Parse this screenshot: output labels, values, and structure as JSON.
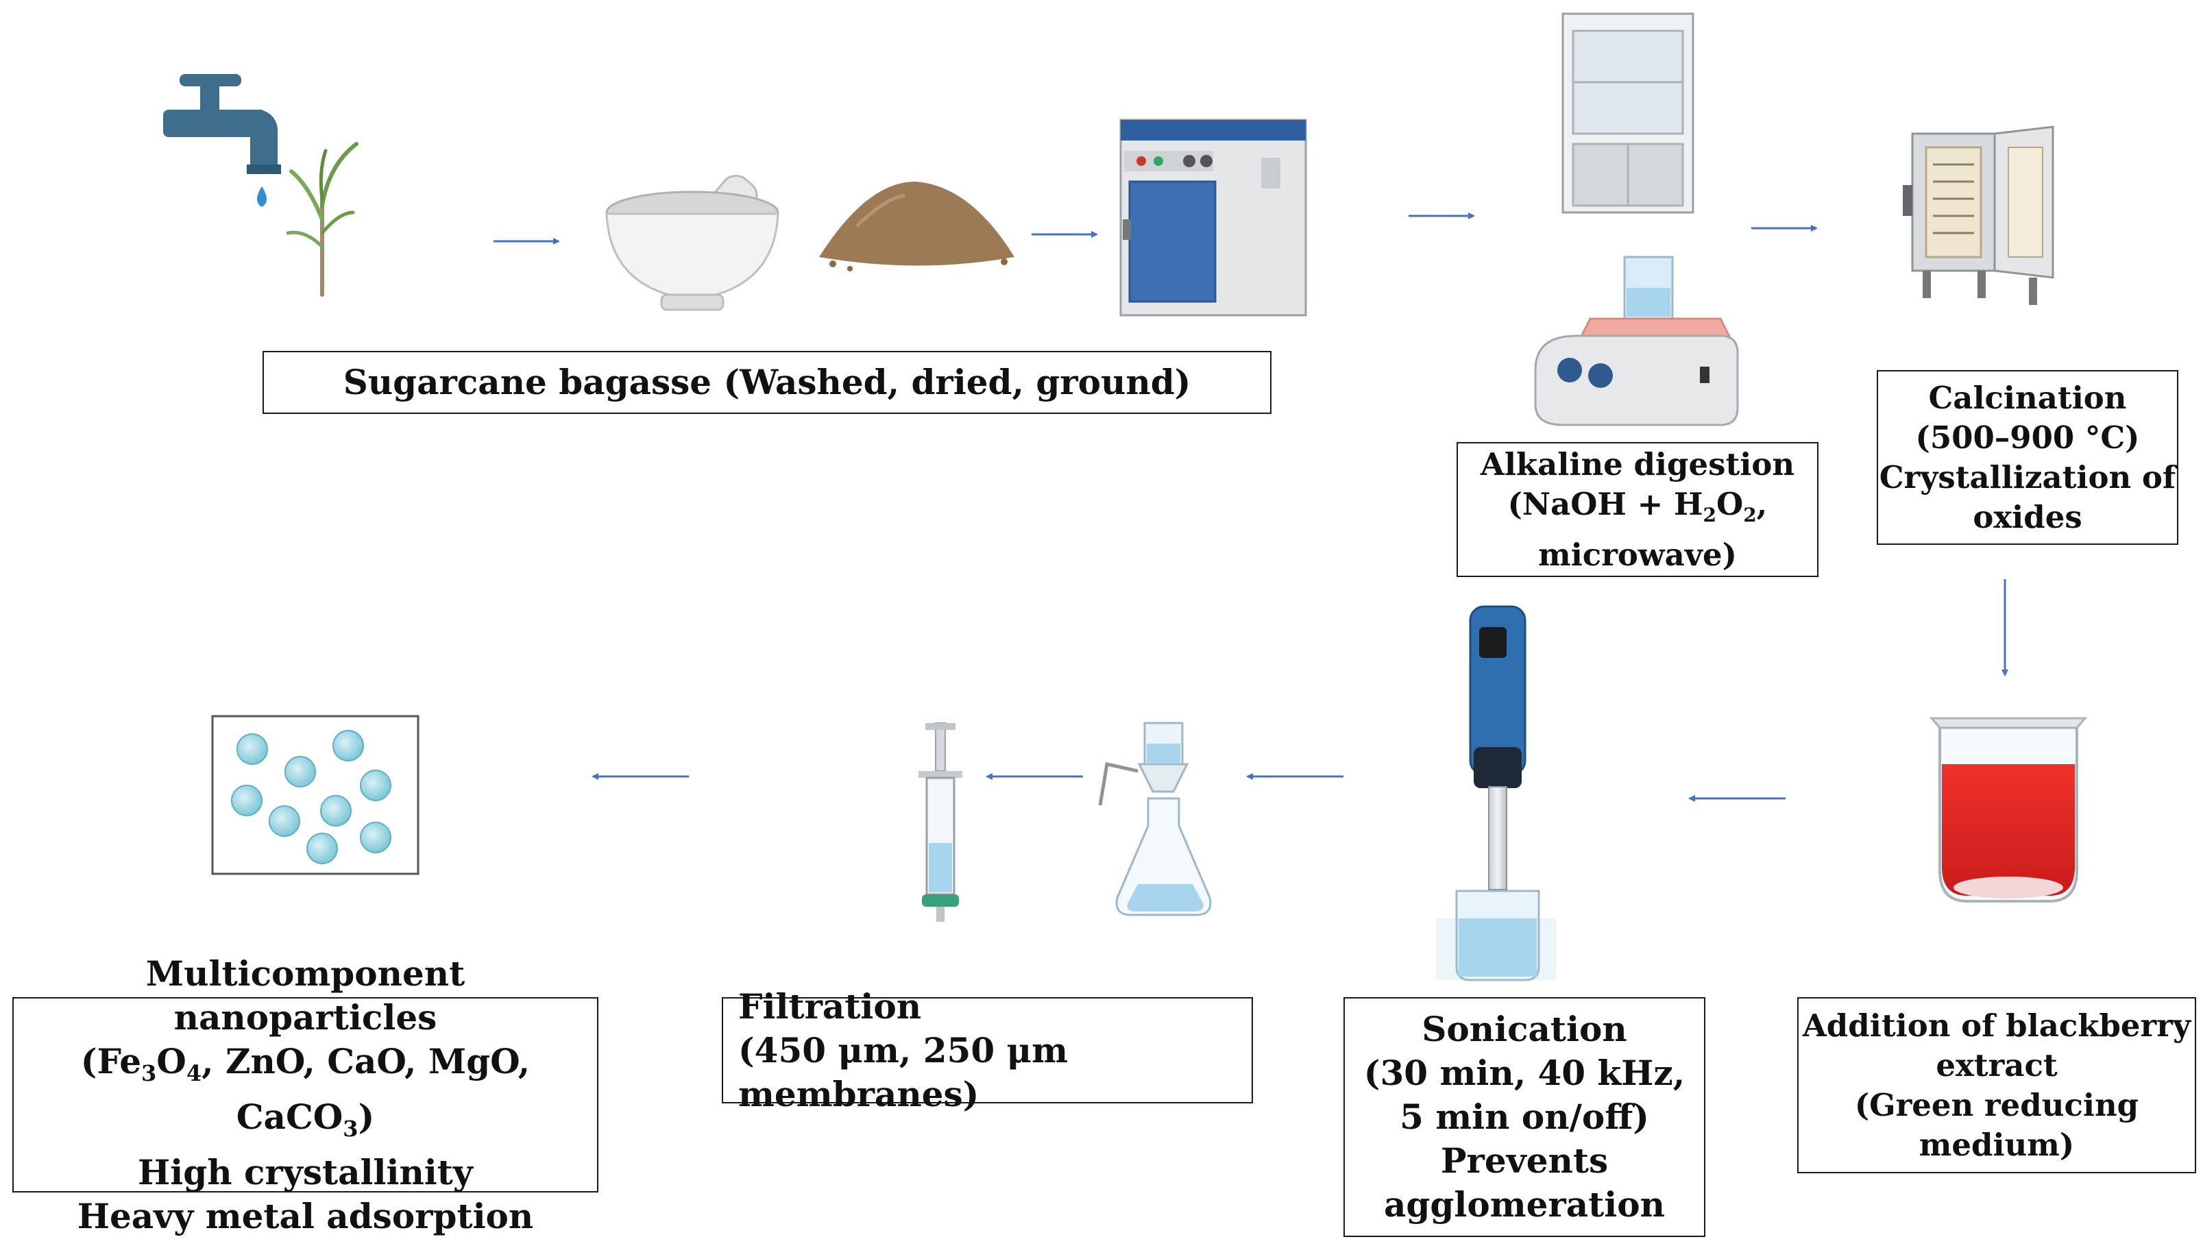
{
  "steps": {
    "bagasse": {
      "line1": "Sugarcane bagasse (Washed, dried, ground)"
    },
    "alkaline": {
      "line1": "Alkaline digestion",
      "line2_pre": "(NaOH + H",
      "sub1": "2",
      "line2_mid": "O",
      "sub2": "2",
      "line2_post": ",",
      "line3": "microwave)"
    },
    "calcination": {
      "line1": "Calcination",
      "line2": "(500–900 °C)",
      "line3": "Crystallization of",
      "line4": "oxides"
    },
    "blackberry": {
      "line1": "Addition of blackberry",
      "line2": "extract",
      "line3": "(Green reducing",
      "line4": "medium)"
    },
    "sonication": {
      "line1": "Sonication",
      "line2": "(30 min, 40 kHz,",
      "line3": "5 min on/off)",
      "line4": "Prevents",
      "line5": "agglomeration"
    },
    "filtration": {
      "line1": "Filtration",
      "line2": "(450 μm, 250 μm membranes)"
    },
    "nanoparticles": {
      "line1": "Multicomponent nanoparticles",
      "line2_a": "(Fe",
      "s1": "3",
      "line2_b": "O",
      "s2": "4",
      "line2_c": ", ZnO, CaO, MgO, CaCO",
      "s3": "3",
      "line2_d": ")",
      "line3": "High crystallinity",
      "line4": "Heavy metal adsorption"
    }
  },
  "colors": {
    "arrow": "#4472c4",
    "faucet": "#3f6e8c",
    "oven": "#3f6fb3",
    "extract": "#e52421",
    "nanoparticle": "#7ec8d8"
  },
  "icons": [
    "faucet-icon",
    "sugarcane-plant-icon",
    "mortar-pestle-icon",
    "ground-powder-icon",
    "drying-oven-icon",
    "fume-hood-icon",
    "hot-plate-stirrer-icon",
    "muffle-furnace-icon",
    "beaker-red-extract-icon",
    "ultrasonic-probe-icon",
    "vacuum-filtration-flask-icon",
    "syringe-filter-icon",
    "nanoparticles-panel-icon"
  ]
}
